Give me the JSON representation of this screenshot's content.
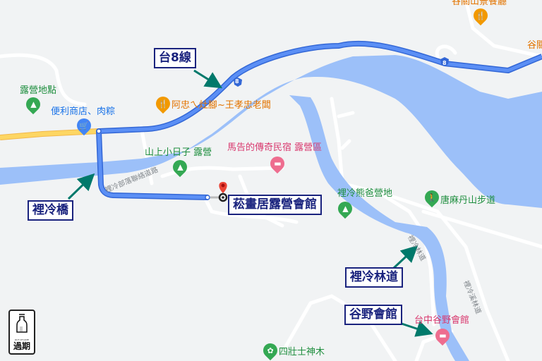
{
  "colors": {
    "water": "#9cc0f9",
    "route": "#4a80f0",
    "route_border": "#3367d6",
    "highway": "#fdd663",
    "road": "#ffffff",
    "annotation": "#1a237e",
    "arrow": "#00796b",
    "land": "#f1f3f4"
  },
  "places": {
    "camp_site": "露營地點",
    "convenience_store": "便利商店、肉粽",
    "restaurant_azhong": "阿忠ㄟ灶腳~王孝忠老闆",
    "restaurant_guguan": "谷關山景餐廳",
    "guguan_partial": "谷關",
    "shanshang_camp": "山上小日子 露營",
    "magao_bnb": "馬告的傳奇民宿 露營區",
    "lileng_bear_camp": "裡冷熊爸營地",
    "tangmadan_trail": "唐麻丹山步道",
    "taichung_guye": "台中谷野會館",
    "sizhuangshi_tree": "四壯士神木"
  },
  "roads": {
    "lileng_tribe_road": "裡冷部落聯絡道路",
    "lileng_forest_road": "裡冷林道",
    "lileng_creek_forest_road": "裡冷溪林道",
    "route_shield": "8"
  },
  "annotations": {
    "tai8": "台8線",
    "lileng_bridge": "裡冷橋",
    "destination": "菘畫居露營會館",
    "lileng_forest": "裡冷林道",
    "guye": "谷野會館"
  },
  "logo": {
    "small_text": "OUT OF DATE",
    "text": "過期"
  }
}
